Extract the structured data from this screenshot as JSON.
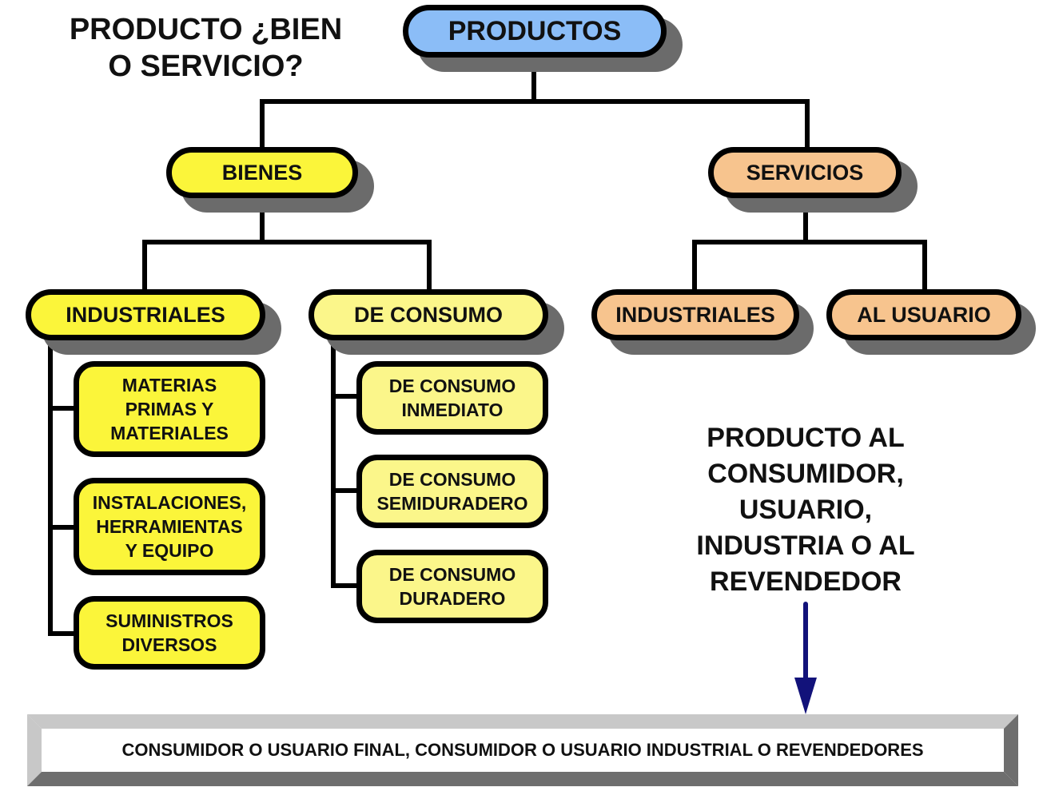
{
  "title": "PRODUCTO ¿BIEN\nO SERVICIO?",
  "colors": {
    "root": "#8bbdf7",
    "bienes": "#fbf53a",
    "industriales_bienes": "#fbf53a",
    "consumo": "#fbf68a",
    "servicios": "#f7c48e",
    "arrow": "#12127a",
    "bevel_light": "#c8c8c8",
    "bevel_dark": "#6e6e6e"
  },
  "root": {
    "label": "PRODUCTOS"
  },
  "bienes": {
    "label": "BIENES",
    "industriales": {
      "label": "INDUSTRIALES",
      "items": [
        "MATERIAS\nPRIMAS Y\nMATERIALES",
        "INSTALACIONES,\nHERRAMIENTAS\nY EQUIPO",
        "SUMINISTROS\nDIVERSOS"
      ]
    },
    "consumo": {
      "label": "DE CONSUMO",
      "items": [
        "DE CONSUMO\nINMEDIATO",
        "DE CONSUMO\nSEMIDURADERO",
        "DE CONSUMO\nDURADERO"
      ]
    }
  },
  "servicios": {
    "label": "SERVICIOS",
    "children": [
      "INDUSTRIALES",
      "AL USUARIO"
    ]
  },
  "note": "PRODUCTO AL\nCONSUMIDOR,\nUSUARIO,\nINDUSTRIA O AL\nREVENDEDOR",
  "footer": "CONSUMIDOR O USUARIO FINAL, CONSUMIDOR O USUARIO INDUSTRIAL O REVENDEDORES"
}
